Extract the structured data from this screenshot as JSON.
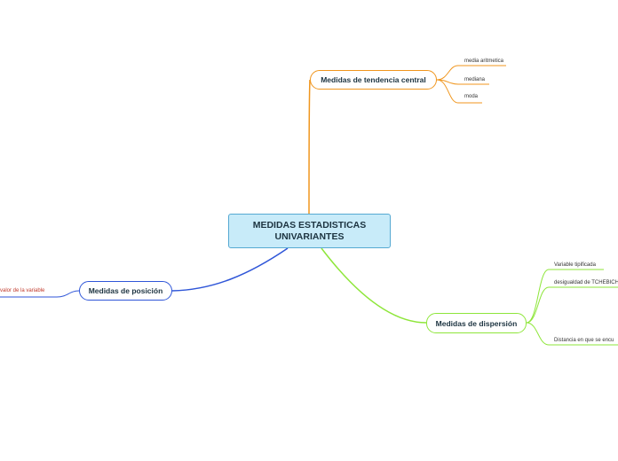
{
  "map": {
    "root": {
      "label": "MEDIDAS ESTADISTICAS UNIVARIANTES"
    },
    "branches": {
      "tendencia": {
        "label": "Medidas de tendencia central",
        "color": "#f0961e",
        "children": [
          "media aritmetica",
          "mediana",
          "moda"
        ]
      },
      "posicion": {
        "label": "Medidas de posición",
        "color": "#2f56d8",
        "children": [
          "valor de la variable"
        ]
      },
      "dispersion": {
        "label": "Medidas de dispersión",
        "color": "#8ee63a",
        "children": [
          "Variable tipificada",
          "desigualdad de TCHEBICH",
          "Distancia en que se encu"
        ]
      }
    }
  }
}
